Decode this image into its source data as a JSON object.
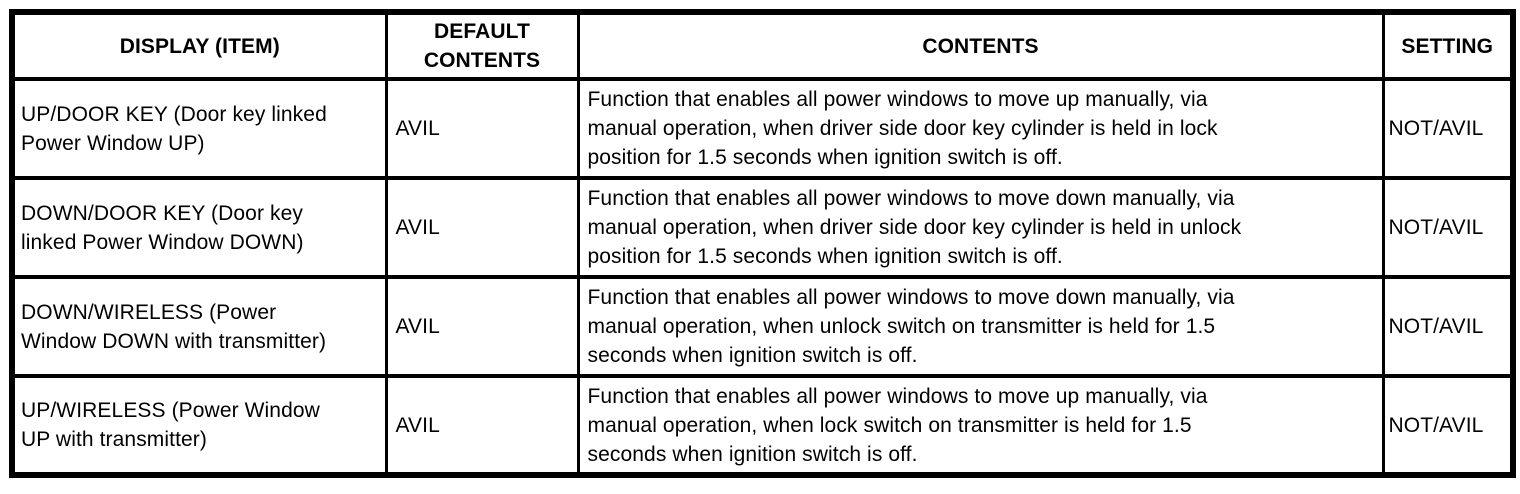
{
  "table": {
    "headers": [
      "DISPLAY (ITEM)",
      "DEFAULT\nCONTENTS",
      "CONTENTS",
      "SETTING"
    ],
    "rows": [
      {
        "display_item": "UP/DOOR KEY (Door key linked\nPower Window UP)",
        "default_contents": "AVIL",
        "contents": "Function that enables all power windows to move up manually, via\nmanual operation, when driver side door key cylinder is held in lock\nposition for 1.5 seconds when ignition switch is off.",
        "setting": "NOT/AVIL"
      },
      {
        "display_item": "DOWN/DOOR KEY (Door key\nlinked Power Window DOWN)",
        "default_contents": "AVIL",
        "contents": "Function that enables all power windows to move down manually, via\nmanual operation, when driver side door key cylinder is held in unlock\nposition for 1.5 seconds when ignition switch is off.",
        "setting": "NOT/AVIL"
      },
      {
        "display_item": "DOWN/WIRELESS (Power\nWindow DOWN with transmitter)",
        "default_contents": "AVIL",
        "contents": "Function that enables all power windows to move down manually, via\nmanual operation, when unlock switch on transmitter is held for 1.5\nseconds when ignition switch is off.",
        "setting": "NOT/AVIL"
      },
      {
        "display_item": "UP/WIRELESS (Power Window\nUP with transmitter)",
        "default_contents": "AVIL",
        "contents": "Function that enables all power windows to move up manually, via\nmanual operation, when lock switch on transmitter is held for 1.5\nseconds when ignition switch is off.",
        "setting": "NOT/AVIL"
      }
    ],
    "colors": {
      "border": "#000000",
      "text": "#000000",
      "background": "#ffffff"
    }
  }
}
